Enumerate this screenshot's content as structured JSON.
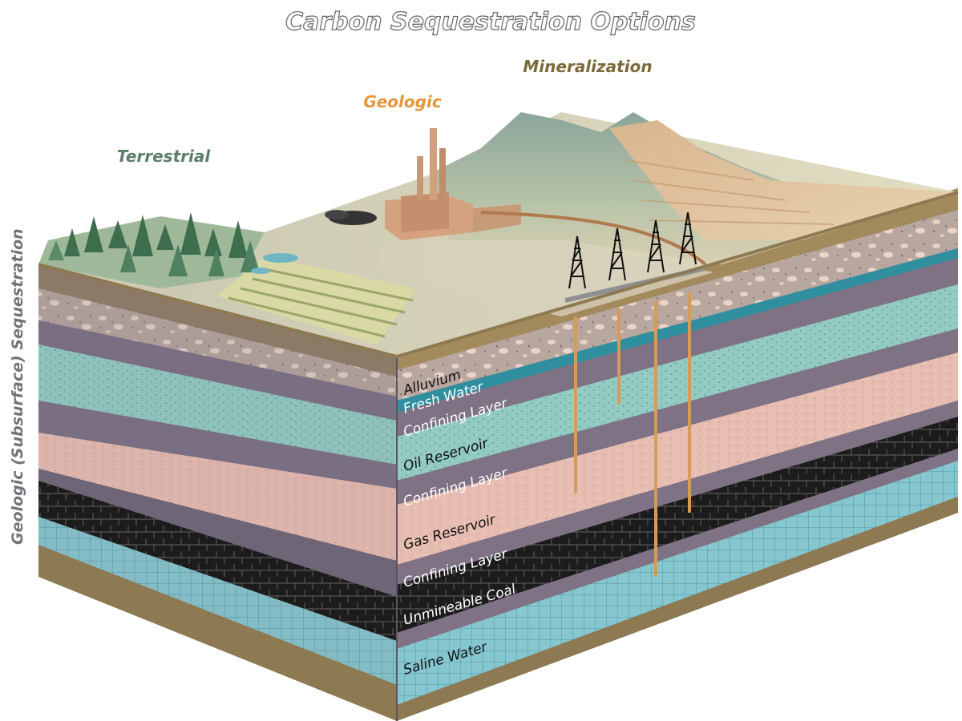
{
  "title": "Carbon Sequestration Options",
  "categories": {
    "terrestrial": "Terrestrial",
    "geologic": "Geologic",
    "mineralization": "Mineralization"
  },
  "side_label": "Geologic (Subsurface) Sequestration",
  "layers": [
    {
      "name": "Alluvium",
      "color": "#b9a9a3"
    },
    {
      "name": "Fresh Water",
      "color": "#2f8f9f"
    },
    {
      "name": "Confining Layer",
      "color": "#7e7284"
    },
    {
      "name": "Oil Reservoir",
      "color": "#8fc9c2"
    },
    {
      "name": "Confining Layer",
      "color": "#7e7284"
    },
    {
      "name": "Gas Reservoir",
      "color": "#e6b9ae"
    },
    {
      "name": "Confining Layer",
      "color": "#7e7284"
    },
    {
      "name": "Unmineable Coal",
      "color": "#222222"
    },
    {
      "name": "Saline Water",
      "color": "#7fc2cc"
    }
  ],
  "colors": {
    "terrestrial": "#5c7f67",
    "geologic": "#e6953a",
    "mineralization": "#7a6a3a",
    "side_label": "#77707a"
  }
}
